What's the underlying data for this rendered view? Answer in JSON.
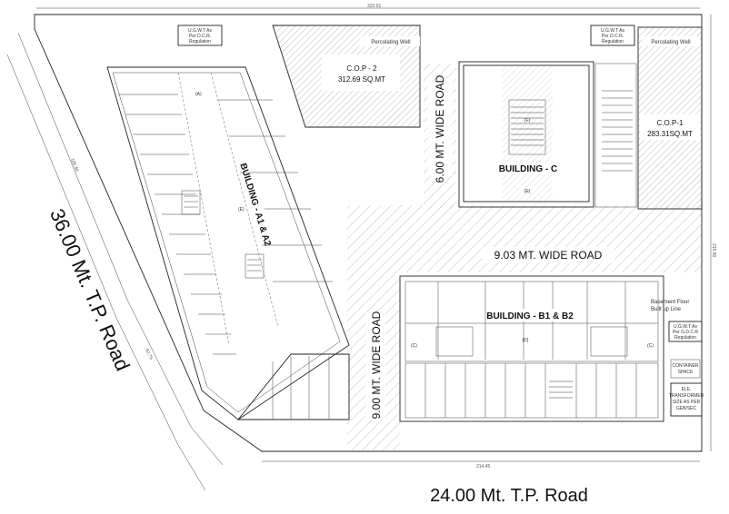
{
  "roads": {
    "left": "36.00 Mt. T.P. Road",
    "bottom": "24.00 Mt. T.P. Road",
    "internal_a": "6.00 MT. WIDE ROAD",
    "internal_b": "9.03 MT. WIDE ROAD",
    "internal_c": "9.00 MT. WIDE ROAD"
  },
  "cop2": {
    "name": "C.O.P - 2",
    "area": "312.69 SQ.MT",
    "well": "Percolating Well"
  },
  "cop1": {
    "name": "C.O.P-1",
    "area": "283.31SQ.MT",
    "well": "Percolating Well"
  },
  "ugwt": {
    "line1": "U.G.W.T As",
    "line2": "Per D.C.R.",
    "line3": "Regulation"
  },
  "ugwt_right": {
    "line1": "U.G.W.T As",
    "line2": "Per G.D.C.R",
    "line3": "Regulation"
  },
  "buildings": {
    "a": "BUILDING - A1 & A2",
    "b": "BUILDING - B1 & B2",
    "c": "BUILDING - C"
  },
  "basement": {
    "line1": "Basement Floor",
    "line2": "Built up Line"
  },
  "transformer": {
    "line1": "ELE.",
    "line2": "TRANSFORMER",
    "line3": "SIZE AS PER",
    "line4": "GEB/SEC"
  },
  "container": {
    "line1": "CONTAINER",
    "line2": "SPACE"
  },
  "tags": {
    "a": "(A)",
    "b": "(B)",
    "c": "(C)",
    "d": "(D)",
    "e": "(E)",
    "f": "(F)"
  },
  "dims": {
    "top": "322.51",
    "right": "215.80",
    "bottom": "214.45",
    "left_a": "100.40",
    "left_b": "62.75"
  }
}
